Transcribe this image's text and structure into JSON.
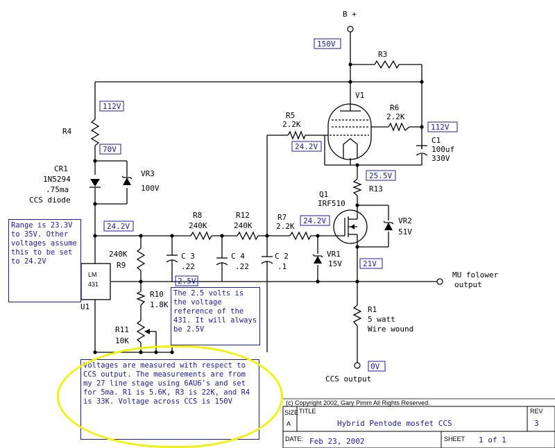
{
  "power": {
    "supply_label": "B +",
    "supply_voltage": "150V"
  },
  "voltages": {
    "v112_left": "112V",
    "v70": "70V",
    "v242_left": "24.2V",
    "v25": "2.5V",
    "v242_grid": "24.2V",
    "v242_q1": "24.2V",
    "v255": "25.5V",
    "v21": "21V",
    "v112_right": "112V",
    "v0": "0V"
  },
  "components": {
    "r3": "R3",
    "v1": "V1",
    "r5": {
      "name": "R5",
      "value": "2.2K"
    },
    "r6": {
      "name": "R6",
      "value": "2.2K"
    },
    "c1": {
      "name": "C1",
      "value1": "100uf",
      "value2": "330V"
    },
    "r4": "R4",
    "cr1": {
      "name": "CR1",
      "part": "1N5294",
      "rating": ".75ma",
      "desc": "CCS diode"
    },
    "vr3": {
      "name": "VR3",
      "value": "100V"
    },
    "r13": "R13",
    "q1": {
      "name": "Q1",
      "part": "IRF510"
    },
    "vr2": {
      "name": "VR2",
      "value": "51V"
    },
    "r8": {
      "name": "R8",
      "value": "240K"
    },
    "r12": {
      "name": "R12",
      "value": "240K"
    },
    "r7": {
      "name": "R7",
      "value": "2.2K"
    },
    "r9": {
      "name": "R9",
      "value": "240K"
    },
    "c3": {
      "name": "C 3",
      "value": ".22"
    },
    "c4": {
      "name": "C 4",
      "value": ".22"
    },
    "c2": {
      "name": "C 2",
      "value": ".1"
    },
    "vr1": {
      "name": "VR1",
      "value": "15V"
    },
    "u1": {
      "name": "U1",
      "part1": "LM",
      "part2": "431"
    },
    "r10": {
      "name": "R10",
      "value": "1.8K"
    },
    "r11": {
      "name": "R11",
      "value": "10K"
    },
    "r1": {
      "name": "R1",
      "value1": "5 watt",
      "value2": "Wire wound"
    }
  },
  "outputs": {
    "mu_line1": "MU folower",
    "mu_line2": "output",
    "ccs_output": "CCS output"
  },
  "notes": {
    "range": "Range is 23.3V to 35V. Other voltages assume this to be set to 24.2V",
    "reference": "The 2.5 volts is the voltage reference of the 431. It will always be 2.5V",
    "measurements": "Voltages are measured with respect to CCS output. The measurements are from my 27 line stage using 6AU6's and set for 5ma. R1 is 5.6K, R3 is 22K, and R4 is 33K. Voltage across CCS is 150V"
  },
  "title_block": {
    "copyright": "(c) Copyright 2002, Gary Pimm All Rights Reserved.",
    "size_label": "SIZE",
    "size_value": "A",
    "title_label": "TITLE",
    "title_value": "Hybrid Pentode mosfet CCS",
    "rev_label": "REV",
    "rev_value": "3",
    "date_label": "DATE:",
    "date_value": "Feb 23, 2002",
    "sheet_label": "SHEET",
    "sheet_value": "1 of 1"
  },
  "colors": {
    "annotation": "#1a1aa8",
    "highlight": "#f2f20a",
    "line": "#000000"
  }
}
